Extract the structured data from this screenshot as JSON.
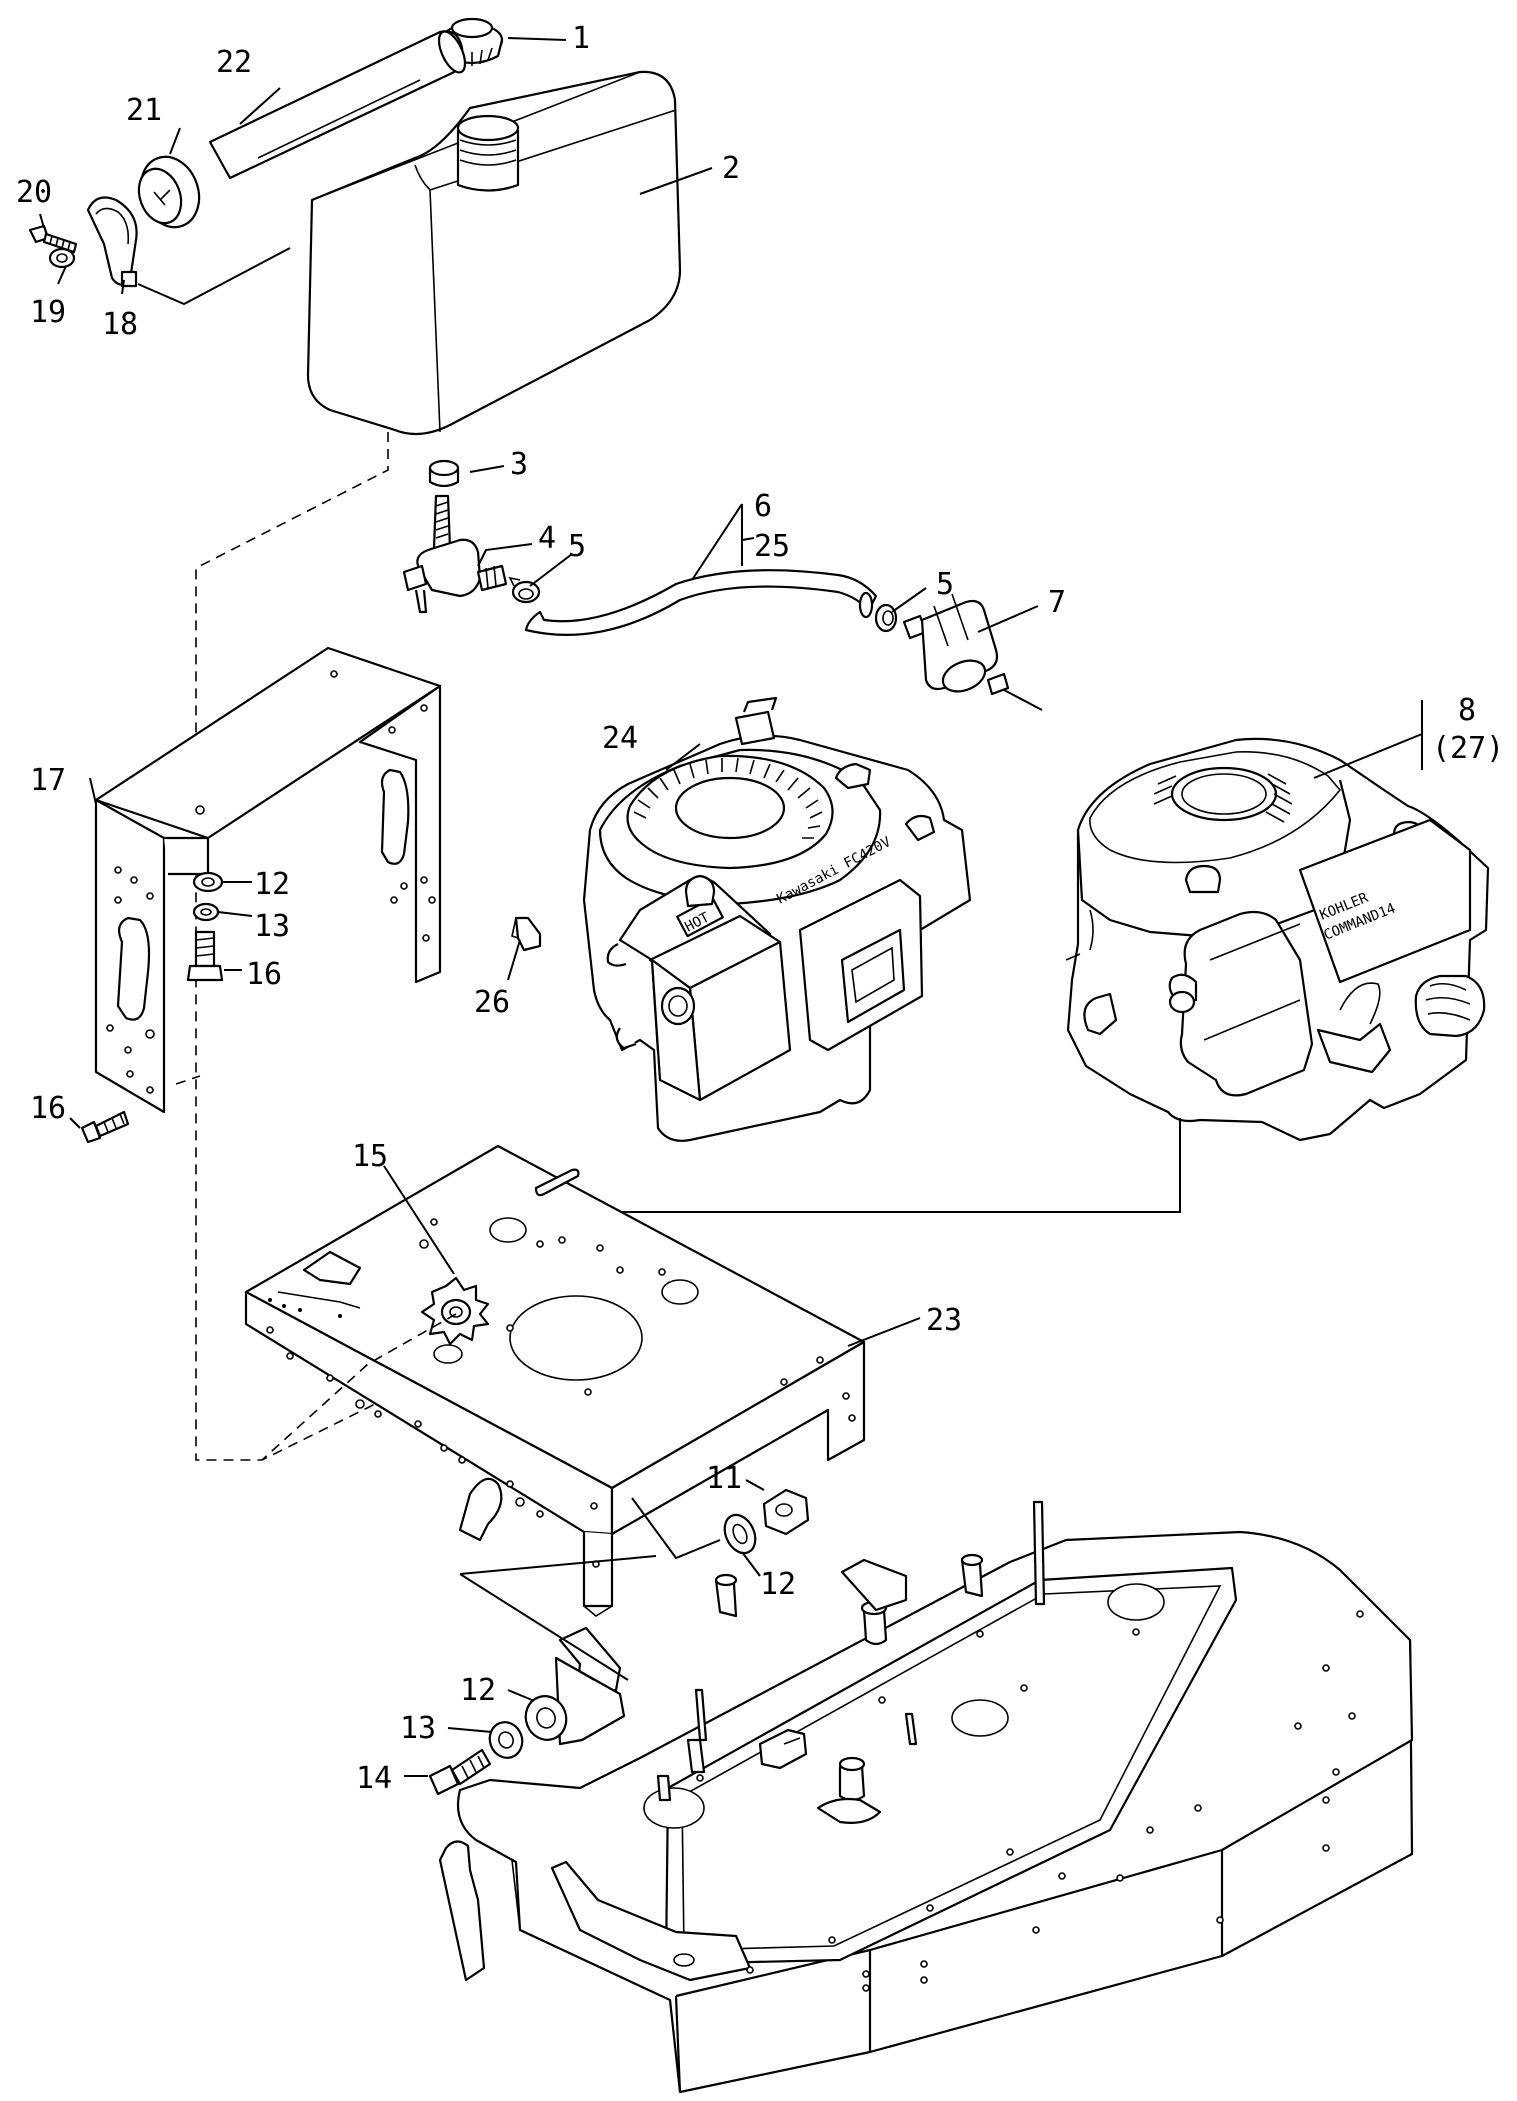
{
  "callouts": {
    "c1": "1",
    "c2": "2",
    "c3": "3",
    "c4": "4",
    "c5a": "5",
    "c5b": "5",
    "c6": "6",
    "c25": "25",
    "c7": "7",
    "c8": "8",
    "c27": "(27)",
    "c11": "11",
    "c12a": "12",
    "c12b": "12",
    "c12c": "12",
    "c13a": "13",
    "c13b": "13",
    "c14": "14",
    "c15": "15",
    "c16a": "16",
    "c16b": "16",
    "c17": "17",
    "c18": "18",
    "c19": "19",
    "c20": "20",
    "c21": "21",
    "c22": "22",
    "c23": "23",
    "c24": "24",
    "c26": "26"
  },
  "engine_labels": {
    "kawasaki_brand": "Kawasaki FC420V",
    "hot_warning": "HOT",
    "kohler_brand": "KOHLER",
    "kohler_model": "COMMAND14"
  },
  "colors": {
    "line": "#000000",
    "fill": "#ffffff"
  }
}
